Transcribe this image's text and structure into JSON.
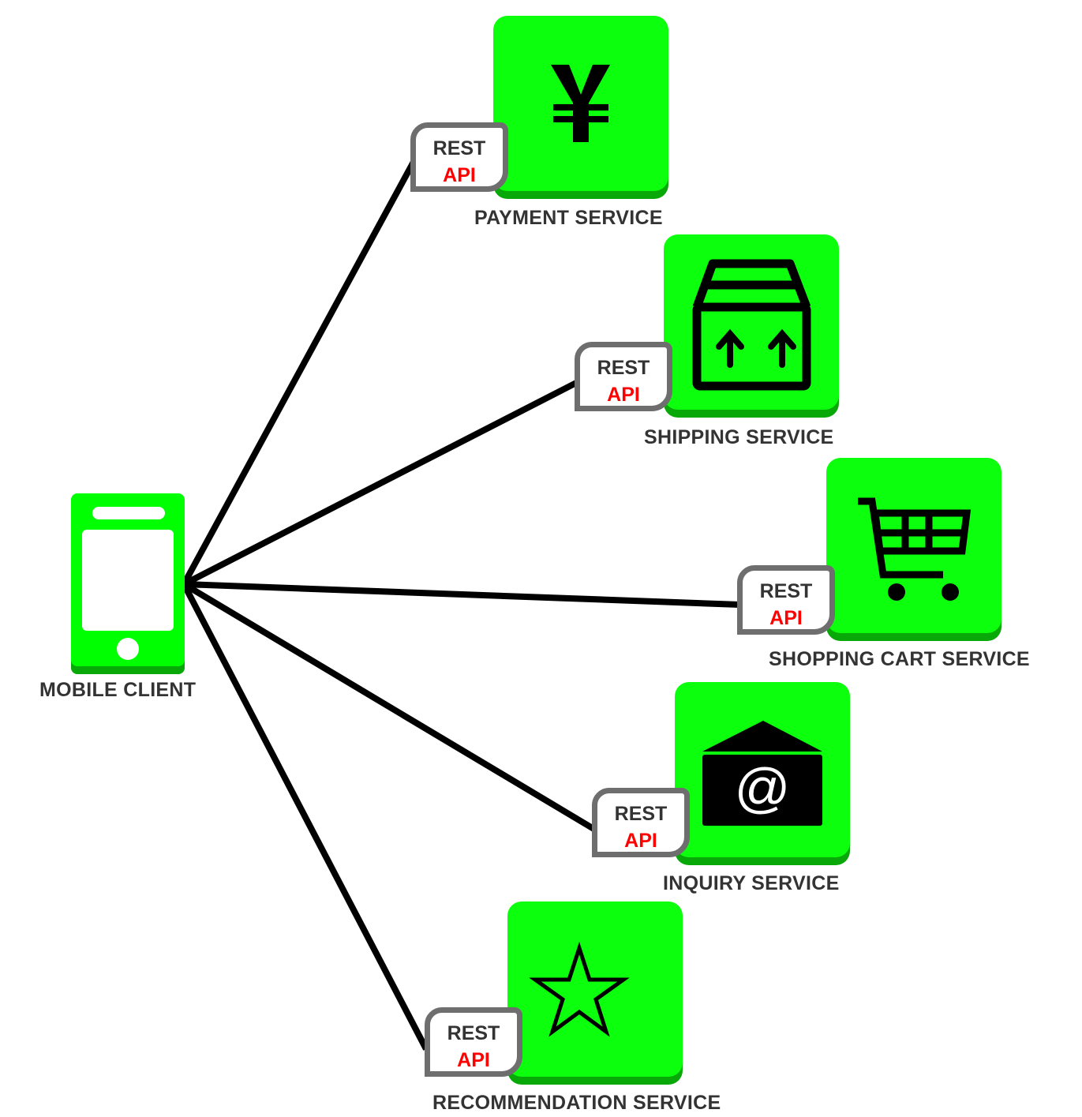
{
  "diagram": {
    "colors": {
      "tile": "#0cff0c",
      "tile_shadow": "#08a808",
      "line": "#000000",
      "badge_border": "#6e6e6e",
      "badge_text": "#333333",
      "api_text": "#ff0000",
      "label_text": "#333333"
    },
    "client": {
      "label": "MOBILE CLIENT",
      "icon": "smartphone-icon"
    },
    "badge": {
      "line1": "REST",
      "line2": "API"
    },
    "services": [
      {
        "label": "PAYMENT SERVICE",
        "icon": "yen-icon"
      },
      {
        "label": "SHIPPING SERVICE",
        "icon": "box-icon"
      },
      {
        "label": "SHOPPING CART SERVICE",
        "icon": "shopping-cart-icon"
      },
      {
        "label": "INQUIRY SERVICE",
        "icon": "email-at-icon"
      },
      {
        "label": "RECOMMENDATION SERVICE",
        "icon": "star-icon"
      }
    ],
    "connections": [
      {
        "from": "MOBILE CLIENT",
        "to": "PAYMENT SERVICE",
        "via": "REST API"
      },
      {
        "from": "MOBILE CLIENT",
        "to": "SHIPPING SERVICE",
        "via": "REST API"
      },
      {
        "from": "MOBILE CLIENT",
        "to": "SHOPPING CART SERVICE",
        "via": "REST API"
      },
      {
        "from": "MOBILE CLIENT",
        "to": "INQUIRY SERVICE",
        "via": "REST API"
      },
      {
        "from": "MOBILE CLIENT",
        "to": "RECOMMENDATION SERVICE",
        "via": "REST API"
      }
    ]
  }
}
